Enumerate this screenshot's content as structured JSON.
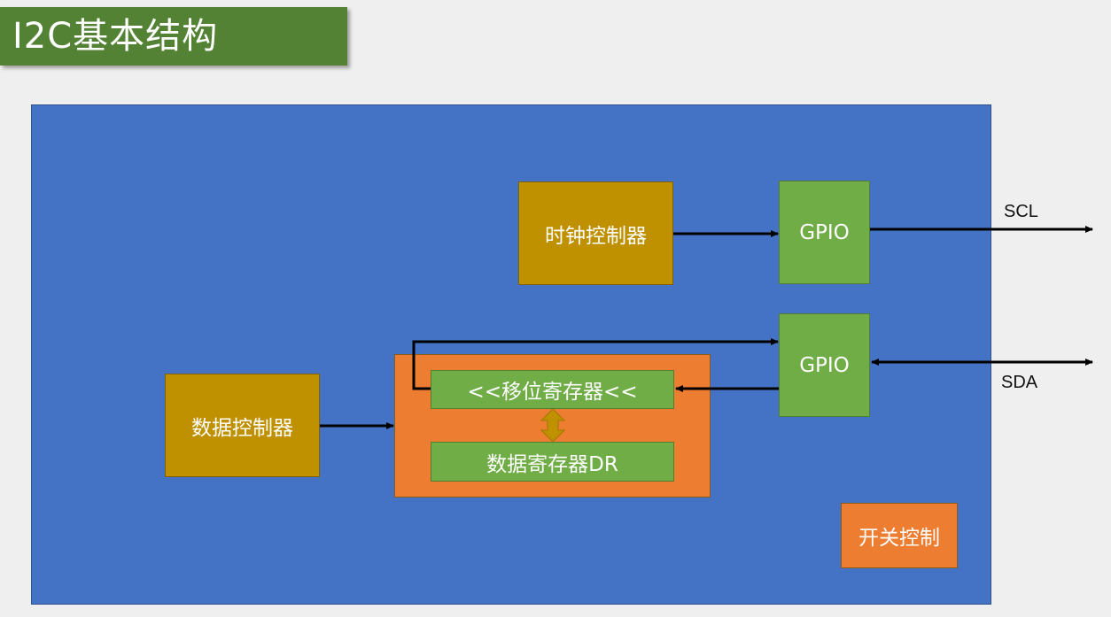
{
  "title": "I2C基本结构",
  "blocks": {
    "clock_controller": "时钟控制器",
    "gpio_scl": "GPIO",
    "gpio_sda": "GPIO",
    "data_controller": "数据控制器",
    "shift_register": "<<移位寄存器<<",
    "data_register": "数据寄存器DR",
    "switch_control": "开关控制"
  },
  "signals": {
    "scl": "SCL",
    "sda": "SDA"
  },
  "colors": {
    "background": "#efefef",
    "title_bar": "#548235",
    "canvas": "#4472c4",
    "controller": "#bf9000",
    "gpio_register": "#70ad47",
    "orange_block": "#ed7d31",
    "wire": "#000000"
  }
}
